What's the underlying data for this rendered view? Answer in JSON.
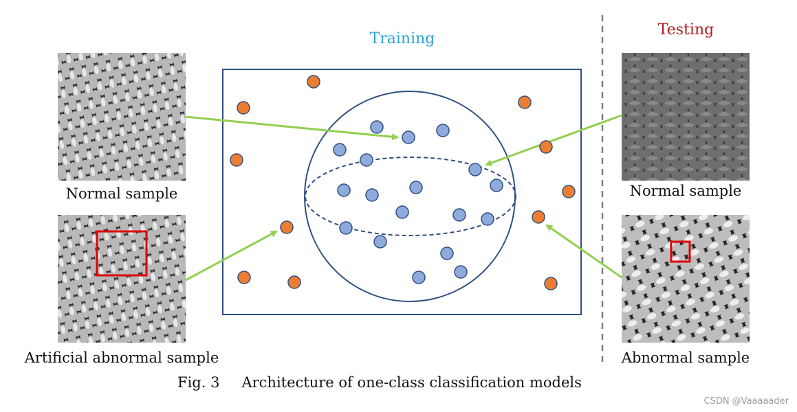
{
  "header": {
    "training": "Training",
    "testing": "Testing"
  },
  "samples": {
    "train_normal": "Normal sample",
    "train_abnormal": "Artificial abnormal sample",
    "test_normal": "Normal sample",
    "test_abnormal": "Abnormal sample"
  },
  "caption": {
    "number": "Fig. 3",
    "text": "Architecture of one-class classification models"
  },
  "watermark": "CSDN @Vaaaaader",
  "colors": {
    "normal_point": "#8faadc",
    "abnormal_point": "#ed7d31",
    "point_stroke": "#2f4f7f",
    "arrow": "#92d050",
    "frame": "#2f4f7f",
    "anomaly_box": "#e00000",
    "divider": "#7f7f7f"
  }
}
